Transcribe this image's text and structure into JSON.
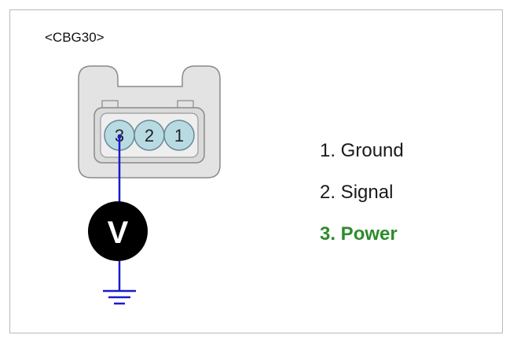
{
  "connector": {
    "id": "<CBG30>",
    "pins": [
      "3",
      "2",
      "1"
    ]
  },
  "meter": {
    "symbol": "V"
  },
  "legend": [
    {
      "text": "1. Ground",
      "color": "#1a1a1a"
    },
    {
      "text": "2. Signal",
      "color": "#1a1a1a"
    },
    {
      "text": "3. Power",
      "color": "#2e8b2e"
    }
  ],
  "colors": {
    "housing_fill": "#e3e3e3",
    "housing_stroke": "#8a8a8a",
    "pin_fill": "#b8dbe3",
    "probe_wire": "#1a1acc",
    "meter_fill": "#000000",
    "highlight": "#2e8b2e"
  }
}
